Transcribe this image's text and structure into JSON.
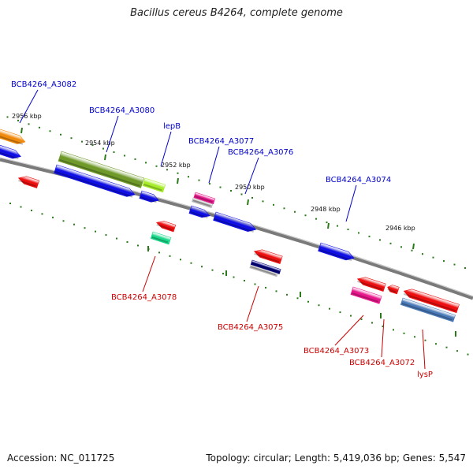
{
  "title": "Bacillus cereus B4264, complete genome",
  "footer": {
    "accession": "Accession: NC_011725",
    "summary": "Topology: circular; Length: 5,419,036 bp; Genes: 5,547"
  },
  "ticks": [
    {
      "label": "2956 kbp"
    },
    {
      "label": "2954 kbp"
    },
    {
      "label": "2952 kbp"
    },
    {
      "label": "2950 kbp"
    },
    {
      "label": "2948 kbp"
    },
    {
      "label": "2946 kbp"
    }
  ],
  "genes": [
    {
      "id": "g3082",
      "label": "BCB4264_A3082",
      "strand": "forward",
      "color": "#0000cc",
      "labeled": true
    },
    {
      "id": "g3080",
      "label": "BCB4264_A3080",
      "strand": "forward",
      "color": "#0000cc",
      "labeled": true
    },
    {
      "id": "glepB",
      "label": "lepB",
      "strand": "forward",
      "color": "#0000cc",
      "labeled": true
    },
    {
      "id": "g3077",
      "label": "BCB4264_A3077",
      "strand": "forward",
      "color": "#0000cc",
      "labeled": true
    },
    {
      "id": "g3076",
      "label": "BCB4264_A3076",
      "strand": "forward",
      "color": "#0000cc",
      "labeled": true
    },
    {
      "id": "g3074",
      "label": "BCB4264_A3074",
      "strand": "forward",
      "color": "#0000cc",
      "labeled": true
    },
    {
      "id": "g3078",
      "label": "BCB4264_A3078",
      "strand": "reverse",
      "color": "#cc0000",
      "labeled": true
    },
    {
      "id": "g3075",
      "label": "BCB4264_A3075",
      "strand": "reverse",
      "color": "#cc0000",
      "labeled": true
    },
    {
      "id": "g3073",
      "label": "BCB4264_A3073",
      "strand": "reverse",
      "color": "#cc0000",
      "labeled": true
    },
    {
      "id": "g3072",
      "label": "BCB4264_A3072",
      "strand": "reverse",
      "color": "#cc0000",
      "labeled": true
    },
    {
      "id": "glysP",
      "label": "lysP",
      "strand": "reverse",
      "color": "#cc0000",
      "labeled": true
    }
  ],
  "colors": {
    "backbone": "#7a7a7a",
    "tick": "#2a7a1a",
    "forward_label": "#0000cc",
    "reverse_label": "#cc0000",
    "feature_blue": "#1010e6",
    "feature_red": "#ee1010",
    "feature_orange": "#f08a0c",
    "feature_olive": "#6f9a2a",
    "feature_lime": "#a6ec2a",
    "feature_pink": "#e8188c",
    "feature_teal": "#1ad88a",
    "feature_navy": "#000080",
    "feature_steel": "#4a7ab8",
    "feature_gray": "#b8b8b8"
  }
}
